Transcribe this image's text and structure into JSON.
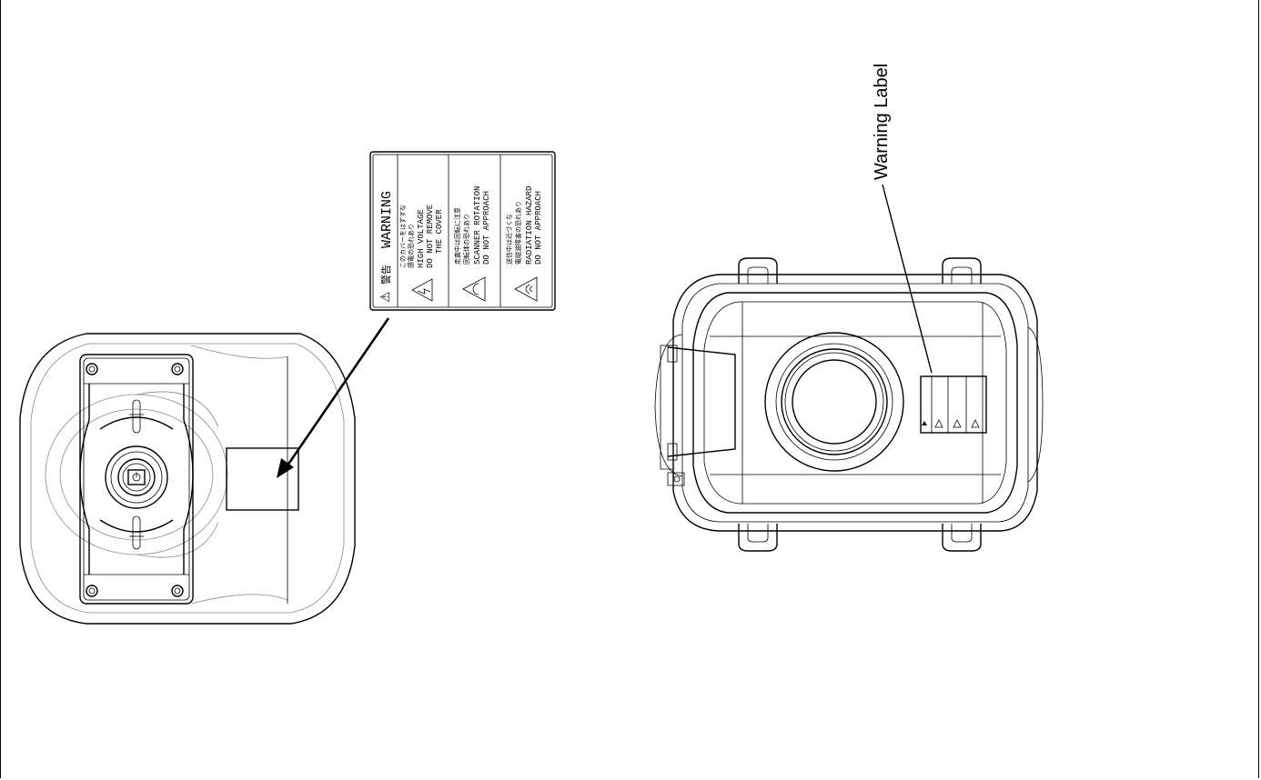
{
  "callout": {
    "warning_label": "Warning Label"
  },
  "label": {
    "title": "WARNING",
    "header_jp": "警告",
    "sections": [
      {
        "jp_line1": "このカバーをはずすな",
        "jp_line2": "感電の恐れあり",
        "en_line1": "HIGH VOLTAGE",
        "en_line2": "DO NOT REMOVE",
        "en_line3": "THE COVER",
        "icon": "lightning-warning-icon"
      },
      {
        "jp_line1": "走査中は回転に注意",
        "jp_line2": "回転体の恐れあり",
        "en_line1": "SCANNER ROTATION",
        "en_line2": "DO NOT APPROACH",
        "en_line3": "",
        "icon": "rotation-warning-icon"
      },
      {
        "jp_line1": "送信中は近づくな",
        "jp_line2": "電磁波障害の恐れあり",
        "en_line1": "RADIATION HAZARD",
        "en_line2": "DO NOT APPROACH",
        "en_line3": "",
        "icon": "radiation-warning-icon"
      }
    ]
  }
}
